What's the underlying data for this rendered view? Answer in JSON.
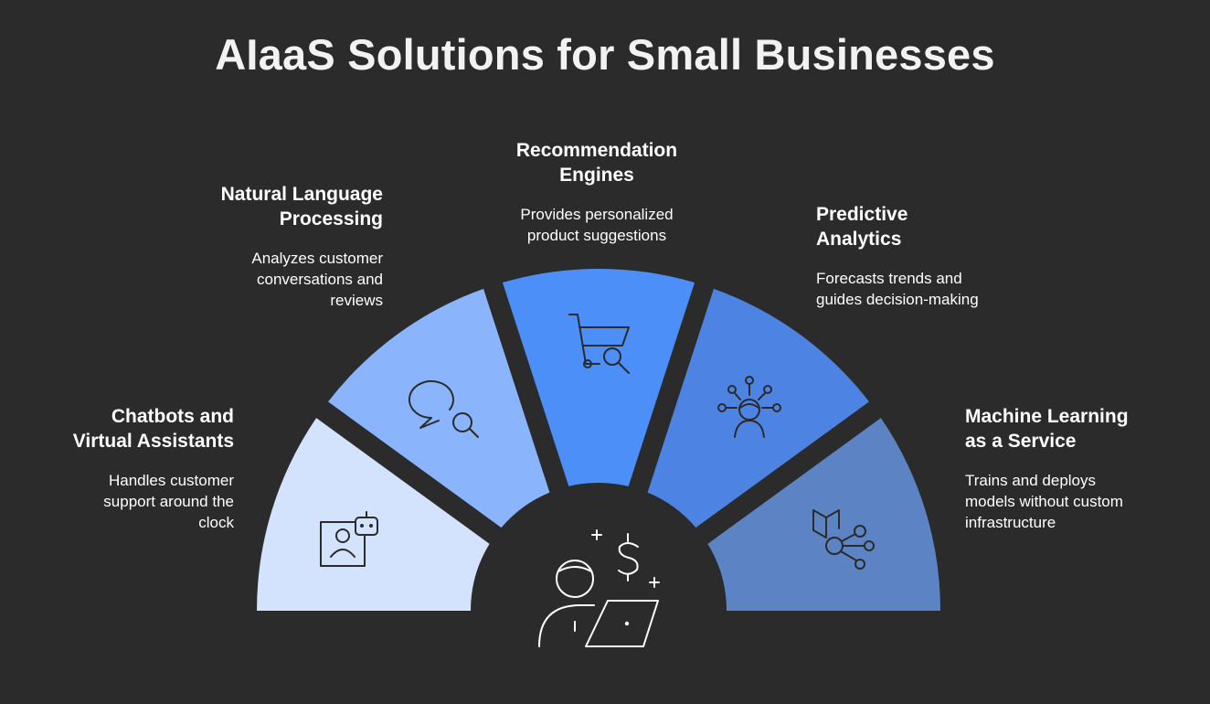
{
  "title": "AIaaS Solutions for Small Businesses",
  "colors": {
    "background": "#2b2b2b",
    "segment_chatbots": "#d3e2fd",
    "segment_nlp": "#8ab4fb",
    "segment_recommendation": "#4d8ff9",
    "segment_predictive": "#4d84e3",
    "segment_mlaas": "#5c84c4",
    "icon_dark": "#2b2b2b",
    "icon_light": "#ffffff"
  },
  "segments": [
    {
      "heading": "Chatbots and Virtual Assistants",
      "heading_line1": "Chatbots and",
      "heading_line2": "Virtual Assistants",
      "description_lines": [
        "Handles customer",
        "support around the",
        "clock"
      ],
      "icon": "robot-user-icon"
    },
    {
      "heading": "Natural Language Processing",
      "heading_line1": "Natural Language",
      "heading_line2": "Processing",
      "description_lines": [
        "Analyzes customer",
        "conversations and",
        "reviews"
      ],
      "icon": "chat-search-icon"
    },
    {
      "heading": "Recommendation Engines",
      "heading_line1": "Recommendation",
      "heading_line2": "Engines",
      "description_lines": [
        "Provides personalized",
        "product suggestions"
      ],
      "icon": "cart-search-icon"
    },
    {
      "heading": "Predictive Analytics",
      "heading_line1": "Predictive",
      "heading_line2": "Analytics",
      "description_lines": [
        "Forecasts trends and",
        "guides decision-making"
      ],
      "icon": "person-network-icon"
    },
    {
      "heading": "Machine Learning as a Service",
      "heading_line1": "Machine Learning",
      "heading_line2": "as a Service",
      "description_lines": [
        "Trains and deploys",
        "models without custom",
        "infrastructure"
      ],
      "icon": "book-network-icon"
    }
  ],
  "center_icon": "businessman-laptop-dollar-icon"
}
